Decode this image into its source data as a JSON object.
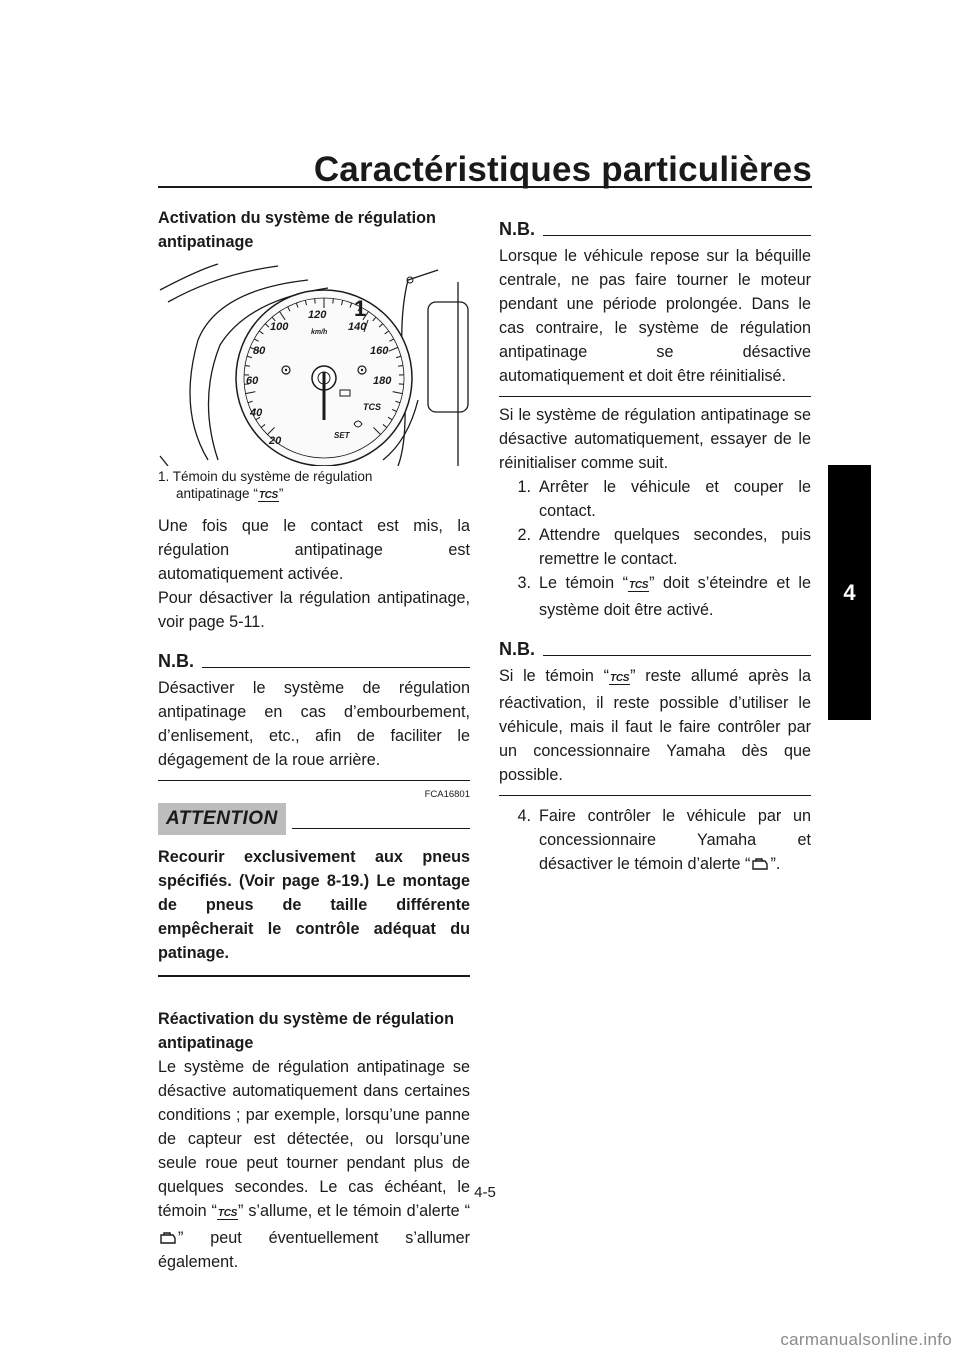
{
  "header": {
    "title": "Caractéristiques particulières"
  },
  "chapter_tab": "4",
  "left": {
    "heading": "Activation du système de régulation antipatinage",
    "figure": {
      "callout_number": "1",
      "gauge_labels": [
        "20",
        "40",
        "60",
        "80",
        "100",
        "120",
        "140",
        "160",
        "180",
        "km/h"
      ],
      "gauge_indicators": [
        "TCS",
        "SET"
      ],
      "caption_number": "1.",
      "caption_line1": "Témoin du système de régulation",
      "caption_line2_pre": "antipatinage “",
      "caption_icon": "TCS",
      "caption_line2_post": "”"
    },
    "para1": "Une fois que le contact est mis, la régulation antipatinage est automatiquement activée.",
    "para2": "Pour désactiver la régulation antipatinage, voir page 5-11.",
    "nb_label": "N.B.",
    "nb_text": "Désactiver le système de régulation antipatinage en cas d’embourbement, d’enlisement, etc., afin de faciliter le dégagement de la roue arrière.",
    "code": "FCA16801",
    "attention_label": "ATTENTION",
    "attention_text": "Recourir exclusivement aux pneus spécifiés. (Voir page 8-19.) Le montage de pneus de taille différente empêcherait le contrôle adéquat du patinage.",
    "reactivation_heading": "Réactivation du système de régulation antipatinage",
    "reactivation_text_a": "Le système de régulation antipatinage se désactive automatiquement dans certaines conditions ; par exemple, lorsqu’une panne de capteur est détectée, ou lorsqu’une seule roue peut tourner pendant plus de quelques secondes. Le cas échéant, le témoin “",
    "reactivation_icon_tcs": "TCS",
    "reactivation_text_b": "” s’allume, et le témoin d’alerte “",
    "reactivation_text_c": "” peut éventuellement s’allumer également."
  },
  "right": {
    "nb1_label": "N.B.",
    "nb1_text": "Lorsque le véhicule repose sur la béquille centrale, ne pas faire tourner le moteur pendant une période prolongée. Dans le cas contraire, le système de régulation antipatinage se désactive automatiquement et doit être réinitialisé.",
    "para": "Si le système de régulation antipatinage se désactive automatiquement, essayer de le réinitialiser comme suit.",
    "steps": [
      {
        "num": "1.",
        "text": "Arrêter le véhicule et couper le contact."
      },
      {
        "num": "2.",
        "text": "Attendre quelques secondes, puis remettre le contact."
      },
      {
        "num": "3.",
        "pre": "Le témoin “",
        "icon": "TCS",
        "post": "” doit s’éteindre et le système doit être activé."
      }
    ],
    "nb2_label": "N.B.",
    "nb2_pre": "Si le témoin “",
    "nb2_icon": "TCS",
    "nb2_post": "” reste allumé après la réactivation, il reste possible d’utiliser le véhicule, mais il faut le faire contrôler par un concessionnaire Yamaha dès que possible.",
    "step4": {
      "num": "4.",
      "pre": "Faire contrôler le véhicule par un concessionnaire Yamaha et désactiver le témoin d’alerte “",
      "post": "”."
    }
  },
  "footer": {
    "page_number": "4-5",
    "watermark": "carmanualsonline.info"
  }
}
